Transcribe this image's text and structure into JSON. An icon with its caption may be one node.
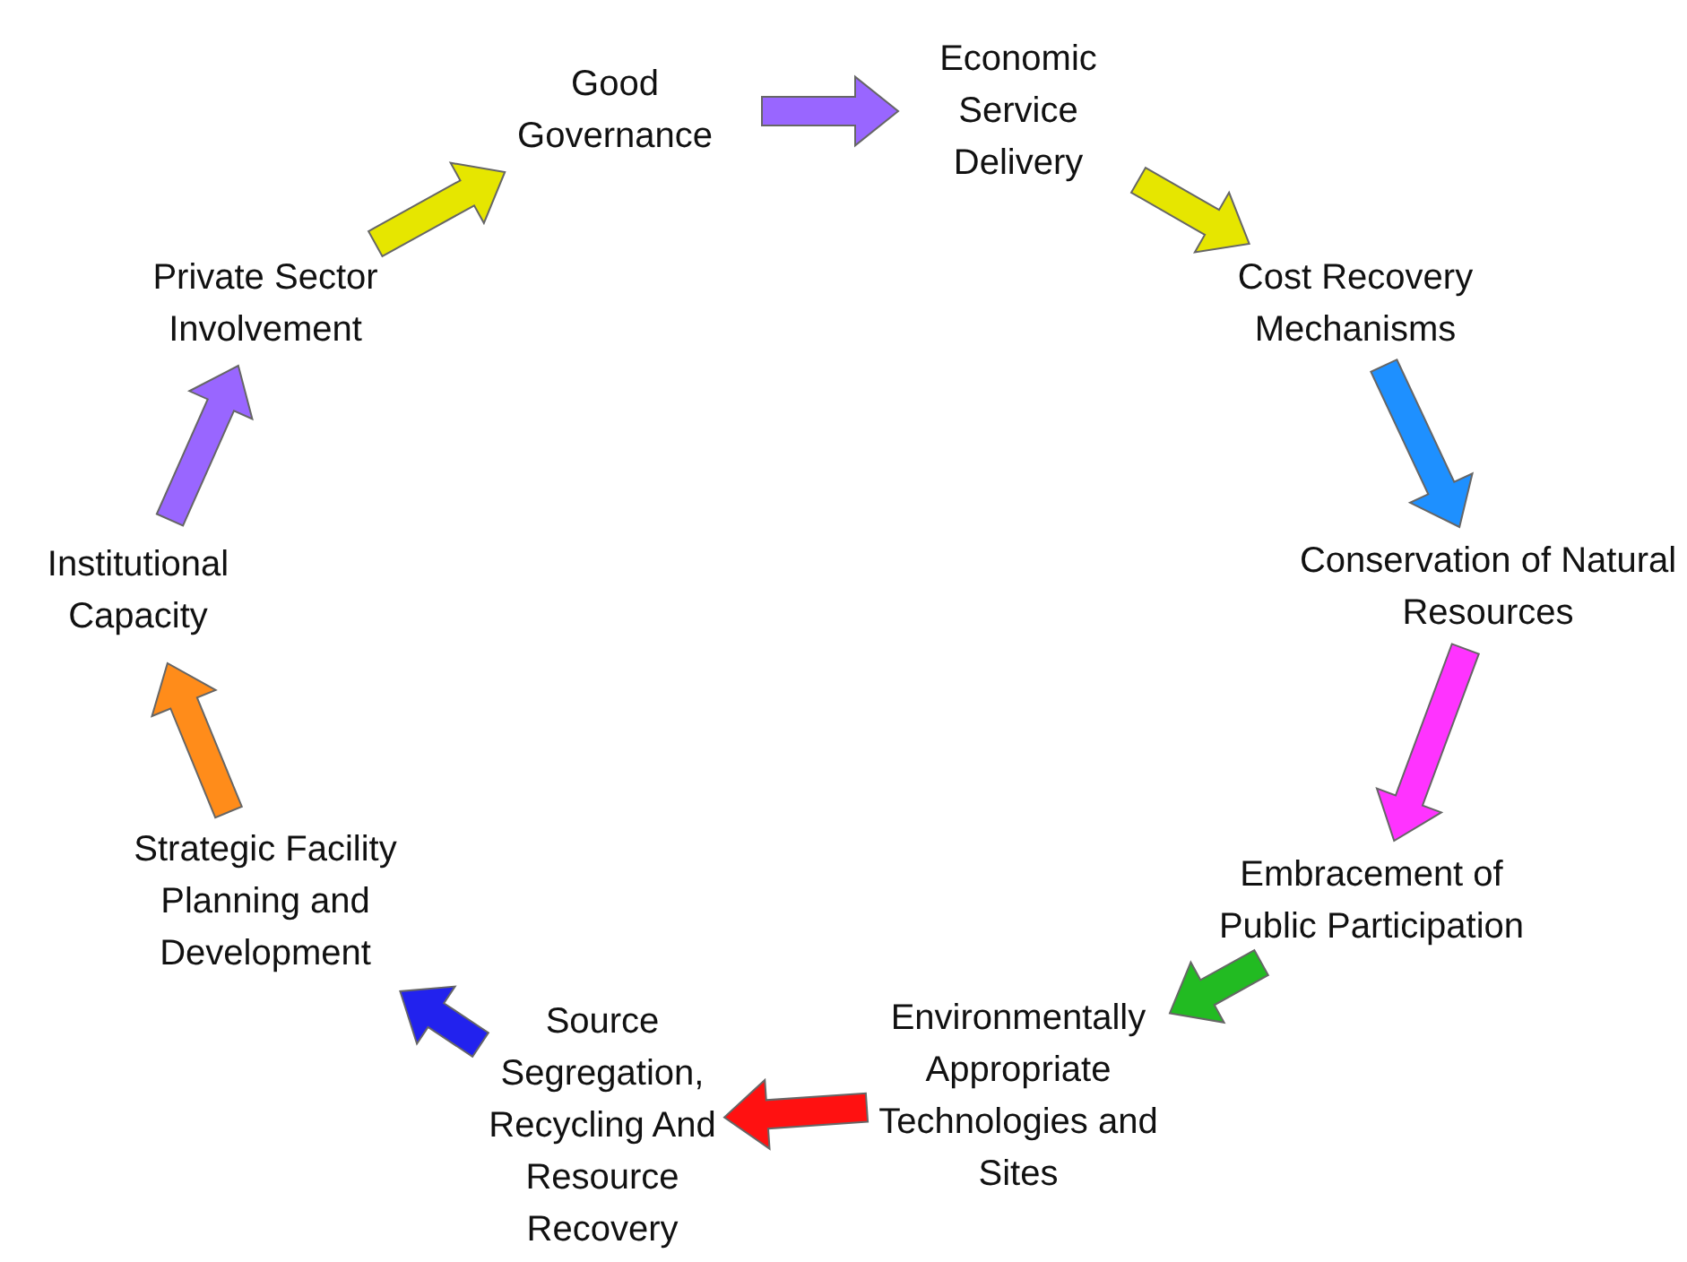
{
  "diagram": {
    "nodes": [
      {
        "text": [
          "Good Governance"
        ]
      },
      {
        "text": [
          "Economic Service Delivery"
        ]
      },
      {
        "text": [
          "Cost Recovery Mechanisms"
        ]
      },
      {
        "text": [
          "Conservation of Natural Resources"
        ]
      },
      {
        "text": [
          "Embracement of Public Participation"
        ]
      },
      {
        "text": [
          "Environmentally Appropriate Technologies and Sites"
        ]
      },
      {
        "text": [
          "Source Segregation, Recycling And Resource Recovery"
        ]
      },
      {
        "text": [
          "Strategic Facility Planning and Development"
        ]
      },
      {
        "text": [
          "Institutional Capacity"
        ]
      },
      {
        "text": [
          "Private Sector Involvement"
        ]
      }
    ],
    "edges": [
      {
        "from": 0,
        "to": 1,
        "arrow": "to",
        "style": "thick",
        "color": "#9966ff"
      },
      {
        "from": 1,
        "to": 2,
        "arrow": "to",
        "style": "thick",
        "color": "#e6e600"
      },
      {
        "from": 2,
        "to": 3,
        "arrow": "to",
        "style": "thick",
        "color": "#1e90ff"
      },
      {
        "from": 3,
        "to": 4,
        "arrow": "to",
        "style": "thick",
        "color": "#ff33ff"
      },
      {
        "from": 4,
        "to": 5,
        "arrow": "to",
        "style": "thick",
        "color": "#22bb22"
      },
      {
        "from": 5,
        "to": 6,
        "arrow": "to",
        "style": "thick",
        "color": "#ff1111"
      },
      {
        "from": 6,
        "to": 7,
        "arrow": "to",
        "style": "thick",
        "color": "#2222ee"
      },
      {
        "from": 7,
        "to": 8,
        "arrow": "to",
        "style": "thick",
        "color": "#ff8c1a"
      },
      {
        "from": 8,
        "to": 9,
        "arrow": "to",
        "style": "thick",
        "color": "#9966ff"
      },
      {
        "from": 9,
        "to": 0,
        "arrow": "to",
        "style": "thick",
        "color": "#e6e600"
      }
    ]
  }
}
